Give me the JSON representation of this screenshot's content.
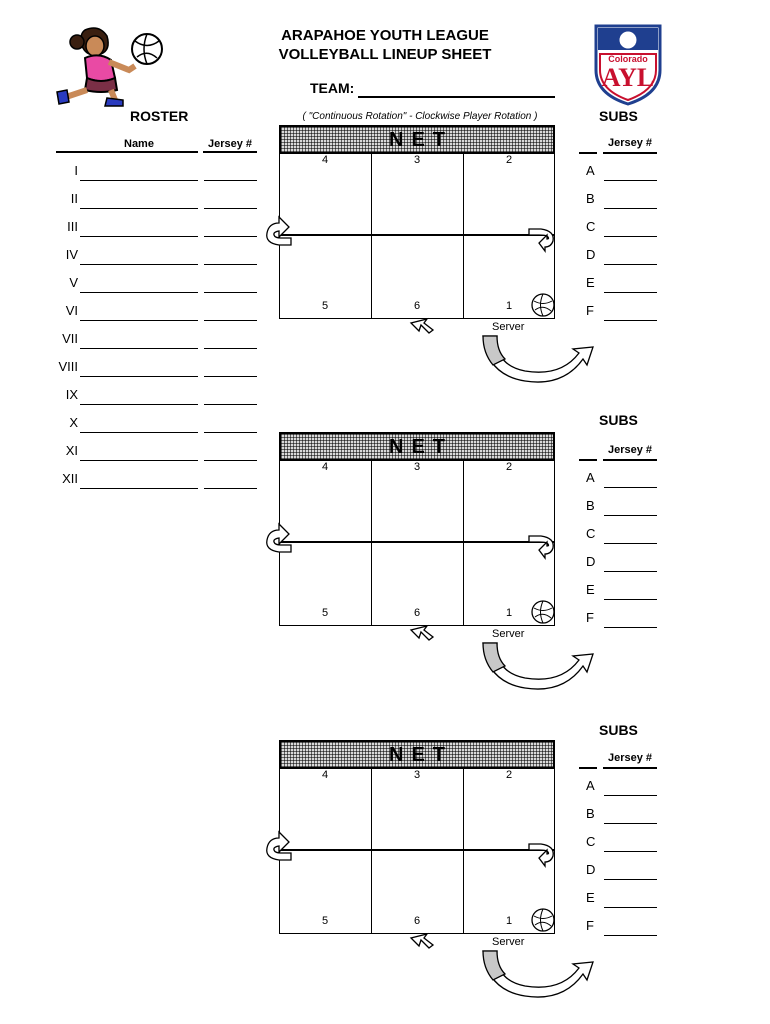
{
  "header": {
    "title_line1": "ARAPAHOE YOUTH LEAGUE",
    "title_line2": "VOLLEYBALL LINEUP SHEET",
    "team_label": "TEAM:",
    "rotation_note": "( \"Continuous Rotation\" - Clockwise Player Rotation )"
  },
  "logo": {
    "top_text": "Colorado",
    "main_text": "AYL"
  },
  "roster": {
    "title": "ROSTER",
    "col_name": "Name",
    "col_jersey": "Jersey #",
    "rows": [
      "I",
      "II",
      "III",
      "IV",
      "V",
      "VI",
      "VII",
      "VIII",
      "IX",
      "X",
      "XI",
      "XII"
    ]
  },
  "subs": {
    "title": "SUBS",
    "col_jersey": "Jersey #",
    "letters": [
      "A",
      "B",
      "C",
      "D",
      "E",
      "F"
    ]
  },
  "court": {
    "net_label": "NET",
    "front_positions": [
      "4",
      "3",
      "2"
    ],
    "back_positions": [
      "5",
      "6",
      "1"
    ],
    "server_label": "Server"
  },
  "colors": {
    "ink": "#000000",
    "net_fill": "#d9d9d9",
    "arrow_fill": "#c8c8c8",
    "logo_red": "#c8102e",
    "logo_blue": "#1f3f8f"
  }
}
